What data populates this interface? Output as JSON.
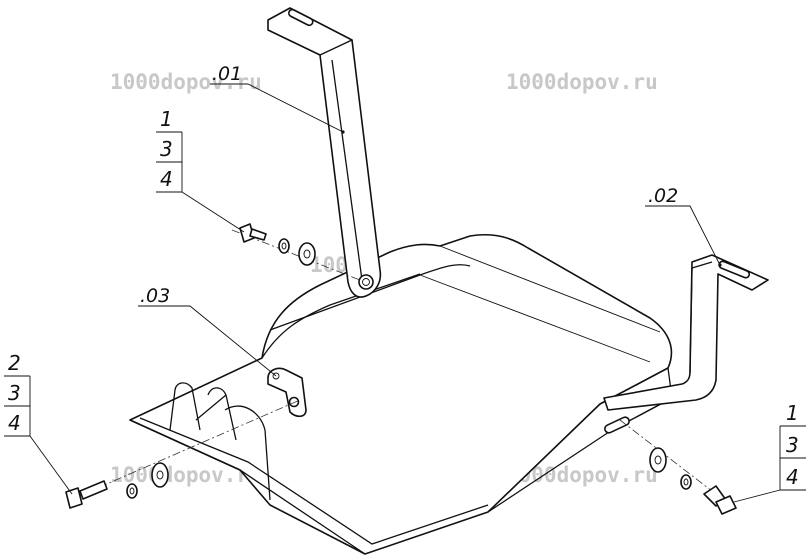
{
  "watermark": {
    "text": "1000dopov.ru",
    "color": "#c8c8c8"
  },
  "part_labels": {
    "p01": ".01",
    "p02": ".02",
    "p03": ".03"
  },
  "callouts": {
    "left_top": {
      "top": "1",
      "mid": "3",
      "bottom": "4"
    },
    "left_bottom": {
      "top": "2",
      "mid": "3",
      "bottom": "4"
    },
    "right_bottom": {
      "top": "1",
      "mid": "3",
      "bottom": "4"
    }
  },
  "colors": {
    "line": "#111111",
    "background": "#ffffff"
  }
}
